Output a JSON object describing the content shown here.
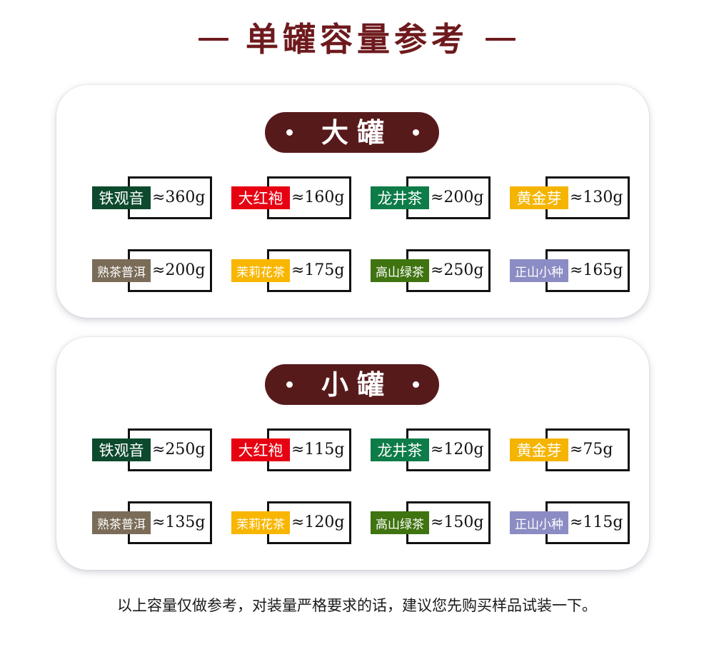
{
  "title": "单罐容量参考",
  "colors": {
    "title": "#6e1a1d",
    "pill": "#571a1b"
  },
  "large": {
    "label": "大罐",
    "items": [
      {
        "name": "铁观音",
        "value": "≈360g",
        "color": "#0d4a2d"
      },
      {
        "name": "大红袍",
        "value": "≈160g",
        "color": "#e60012"
      },
      {
        "name": "龙井茶",
        "value": "≈200g",
        "color": "#0e7c48"
      },
      {
        "name": "黄金芽",
        "value": "≈130g",
        "color": "#f5b400"
      },
      {
        "name": "熟茶普洱",
        "value": "≈200g",
        "color": "#7a6c58"
      },
      {
        "name": "茉莉花茶",
        "value": "≈175g",
        "color": "#f8b600"
      },
      {
        "name": "高山绿茶",
        "value": "≈250g",
        "color": "#3f7410"
      },
      {
        "name": "正山小种",
        "value": "≈165g",
        "color": "#8c8cc4"
      }
    ]
  },
  "small": {
    "label": "小罐",
    "items": [
      {
        "name": "铁观音",
        "value": "≈250g",
        "color": "#0d4a2d"
      },
      {
        "name": "大红袍",
        "value": "≈115g",
        "color": "#e60012"
      },
      {
        "name": "龙井茶",
        "value": "≈120g",
        "color": "#0e7c48"
      },
      {
        "name": "黄金芽",
        "value": "≈75g",
        "color": "#f5b400"
      },
      {
        "name": "熟茶普洱",
        "value": "≈135g",
        "color": "#7a6c58"
      },
      {
        "name": "茉莉花茶",
        "value": "≈120g",
        "color": "#f8b600"
      },
      {
        "name": "高山绿茶",
        "value": "≈150g",
        "color": "#3f7410"
      },
      {
        "name": "正山小种",
        "value": "≈115g",
        "color": "#8c8cc4"
      }
    ]
  },
  "footer": "以上容量仅做参考，对装量严格要求的话，建议您先购买样品试装一下。"
}
